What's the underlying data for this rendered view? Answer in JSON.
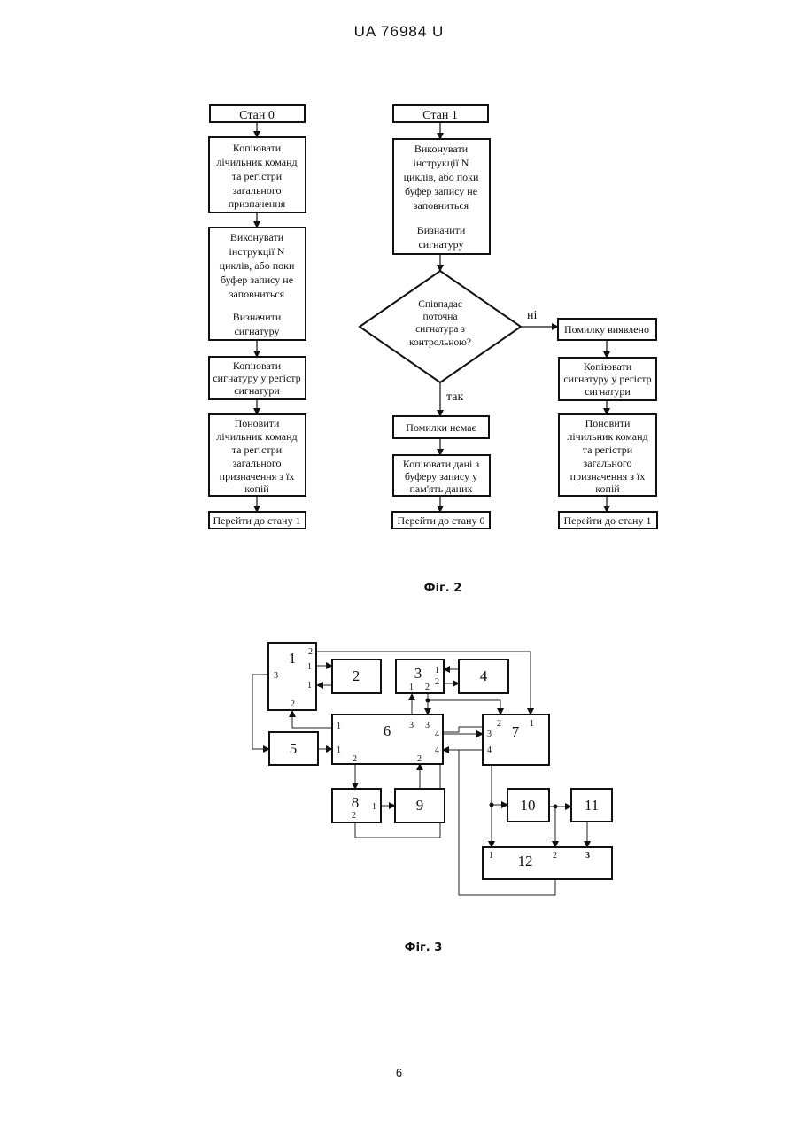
{
  "header": {
    "patent_id": "UA   76984   U"
  },
  "page_number": "6",
  "figures": {
    "fig2": {
      "caption": "Фіг. 2",
      "col0": {
        "title": "Стан 0",
        "copy_counter": [
          "Копіювати",
          "лічильник команд",
          "та регістри",
          "загального",
          "призначення"
        ],
        "execute": [
          "Виконувати",
          "інструкції N",
          "циклів, або поки",
          "буфер запису не",
          "заповниться",
          "",
          "Визначити",
          "сигнатуру"
        ],
        "copy_signature": [
          "Копіювати",
          "сигнатуру у регістр",
          "сигнатури"
        ],
        "restore": [
          "Поновити",
          "лічильник команд",
          "та регістри",
          "загального",
          "призначення з їх",
          "копій"
        ],
        "goto": "Перейти до стану 1"
      },
      "col1": {
        "title": "Стан 1",
        "execute": [
          "Виконувати",
          "інструкції N",
          "циклів, або поки",
          "буфер запису не",
          "заповниться",
          "",
          "Визначити",
          "сигнатуру"
        ],
        "decision": [
          "Співпадає",
          "поточна",
          "сигнатура з",
          "контрольною?"
        ],
        "label_yes": "так",
        "label_no": "ні",
        "no_error": "Помилки немає",
        "copy_data": [
          "Копіювати дані з",
          "буферу запису у",
          "пам'ять даних"
        ],
        "goto": "Перейти до стану 0"
      },
      "col2": {
        "error_found": "Помилку виявлено",
        "copy_signature": [
          "Копіювати",
          "сигнатуру у регістр",
          "сигнатури"
        ],
        "restore": [
          "Поновити",
          "лічильник команд",
          "та регістри",
          "загального",
          "призначення з їх",
          "копій"
        ],
        "goto": "Перейти до стану 1"
      }
    },
    "fig3": {
      "caption": "Фіг. 3",
      "blocks": {
        "b1": "1",
        "b2": "2",
        "b3": "3",
        "b4": "4",
        "b5": "5",
        "b6": "6",
        "b7": "7",
        "b8": "8",
        "b9": "9",
        "b10": "10",
        "b11": "11",
        "b12": "12"
      },
      "ports": {
        "p1_2_top": "2",
        "p1_1a": "1",
        "p1_1b": "1",
        "p1_3": "3",
        "p1_2_bottom": "2",
        "p3_1_right": "1",
        "p3_2_right": "2",
        "p3_1_bottom": "1",
        "p3_2_bottom": "2",
        "p6_1_upper": "1",
        "p6_1_lower": "1",
        "p6_3a": "3",
        "p6_3b": "3",
        "p6_4a": "4",
        "p6_4b": "4",
        "p6_2_bottom_left": "2",
        "p6_2_bottom_right": "2",
        "p7_2": "2",
        "p7_1": "1",
        "p7_3": "3",
        "p7_4": "4",
        "p8_1": "1",
        "p8_2": "2",
        "p12_1": "1",
        "p12_2": "2",
        "p12_3": "3"
      }
    }
  }
}
